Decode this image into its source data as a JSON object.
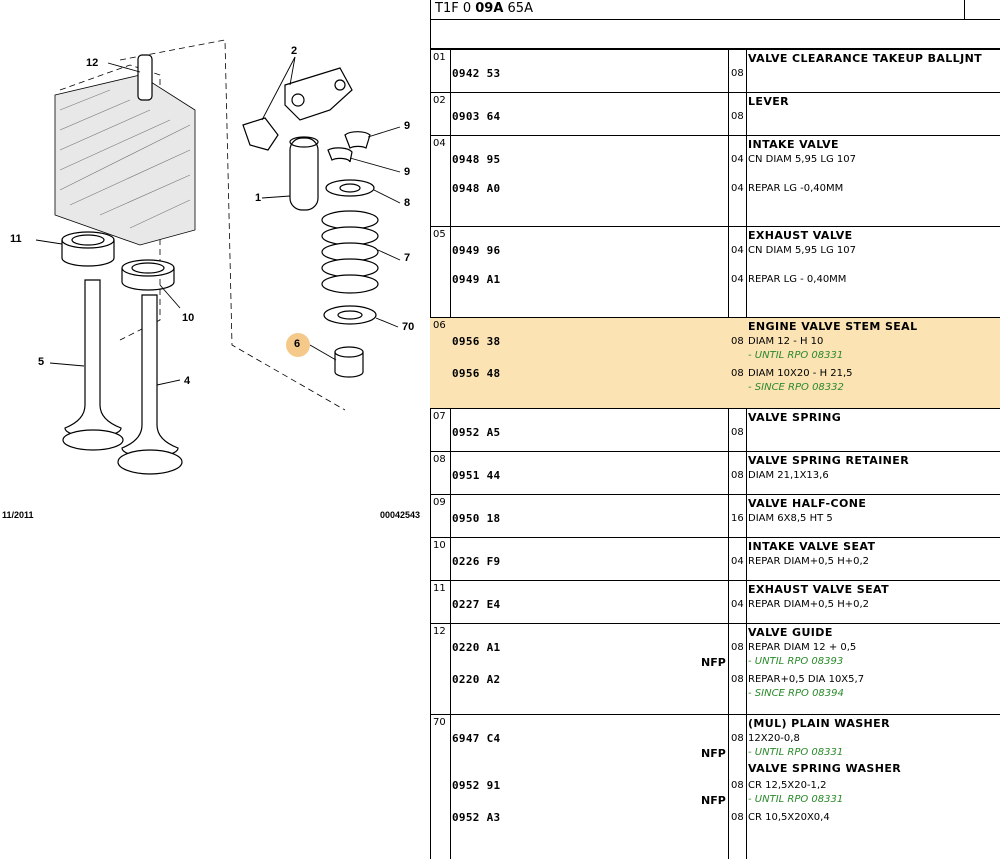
{
  "header": {
    "code_prefix": "T1F 0 ",
    "code_bold": "09A",
    "code_suffix": " 65A"
  },
  "diagram": {
    "callouts": [
      "12",
      "2",
      "9",
      "9",
      "1",
      "8",
      "11",
      "7",
      "10",
      "70",
      "6",
      "5",
      "4"
    ],
    "footer_left": "11/2011",
    "footer_right": "00042543"
  },
  "groups": [
    {
      "num": "01",
      "desc": "VALVE CLEARANCE TAKEUP BALLJNT",
      "items": [
        {
          "ref": "0942 53",
          "qty": "08"
        }
      ]
    },
    {
      "num": "02",
      "desc": "LEVER",
      "items": [
        {
          "ref": "0903 64",
          "qty": "08"
        }
      ]
    },
    {
      "num": "04",
      "desc": "INTAKE VALVE",
      "items": [
        {
          "ref": "0948 95",
          "qty": "04",
          "detail": "CN DIAM 5,95 LG 107"
        },
        {
          "ref": "0948 A0",
          "qty": "04",
          "detail": "REPAR LG -0,40MM"
        }
      ]
    },
    {
      "num": "05",
      "desc": "EXHAUST VALVE",
      "items": [
        {
          "ref": "0949 96",
          "qty": "04",
          "detail": "CN DIAM 5,95 LG 107"
        },
        {
          "ref": "0949 A1",
          "qty": "04",
          "detail": "REPAR LG - 0,40MM"
        }
      ]
    },
    {
      "num": "06",
      "desc": "ENGINE VALVE STEM SEAL",
      "items": [
        {
          "ref": "0956 38",
          "qty": "08",
          "detail": "DIAM 12 - H 10",
          "note": "- UNTIL RPO 08331"
        },
        {
          "ref": "0956 48",
          "qty": "08",
          "detail": "DIAM 10X20 - H 21,5",
          "note": "- SINCE RPO 08332"
        }
      ]
    },
    {
      "num": "07",
      "desc": "VALVE SPRING",
      "items": [
        {
          "ref": "0952 A5",
          "qty": "08"
        }
      ]
    },
    {
      "num": "08",
      "desc": "VALVE SPRING RETAINER",
      "items": [
        {
          "ref": "0951 44",
          "qty": "08",
          "detail": "DIAM 21,1X13,6"
        }
      ]
    },
    {
      "num": "09",
      "desc": "VALVE HALF-CONE",
      "items": [
        {
          "ref": "0950 18",
          "qty": "16",
          "detail": "DIAM 6X8,5 HT 5"
        }
      ]
    },
    {
      "num": "10",
      "desc": "INTAKE VALVE SEAT",
      "items": [
        {
          "ref": "0226 F9",
          "qty": "04",
          "detail": "REPAR DIAM+0,5 H+0,2"
        }
      ]
    },
    {
      "num": "11",
      "desc": "EXHAUST VALVE SEAT",
      "items": [
        {
          "ref": "0227 E4",
          "qty": "04",
          "detail": "REPAR DIAM+0,5 H+0,2"
        }
      ]
    },
    {
      "num": "12",
      "desc": "VALVE GUIDE",
      "items": [
        {
          "ref": "0220 A1",
          "qty": "08",
          "detail": "REPAR DIAM 12 + 0,5",
          "nfp": "NFP",
          "note": "- UNTIL RPO 08393"
        },
        {
          "ref": "0220 A2",
          "qty": "08",
          "detail": "REPAR+0,5 DIA 10X5,7",
          "note": "- SINCE RPO 08394"
        }
      ]
    },
    {
      "num": "70",
      "desc": "(MUL) PLAIN WASHER",
      "items": [
        {
          "ref": "6947 C4",
          "qty": "08",
          "detail": "12X20-0,8",
          "nfp": "NFP",
          "note": "- UNTIL RPO 08331"
        }
      ],
      "desc2": "VALVE SPRING WASHER",
      "items2": [
        {
          "ref": "0952 91",
          "qty": "08",
          "detail": "CR 12,5X20-1,2",
          "nfp": "NFP",
          "note": "- UNTIL RPO 08331"
        },
        {
          "ref": "0952 A3",
          "qty": "08",
          "detail": "CR 10,5X20X0,4"
        }
      ]
    }
  ],
  "colors": {
    "highlight": "#fbe3b4",
    "note_green": "#2a8a2a"
  }
}
